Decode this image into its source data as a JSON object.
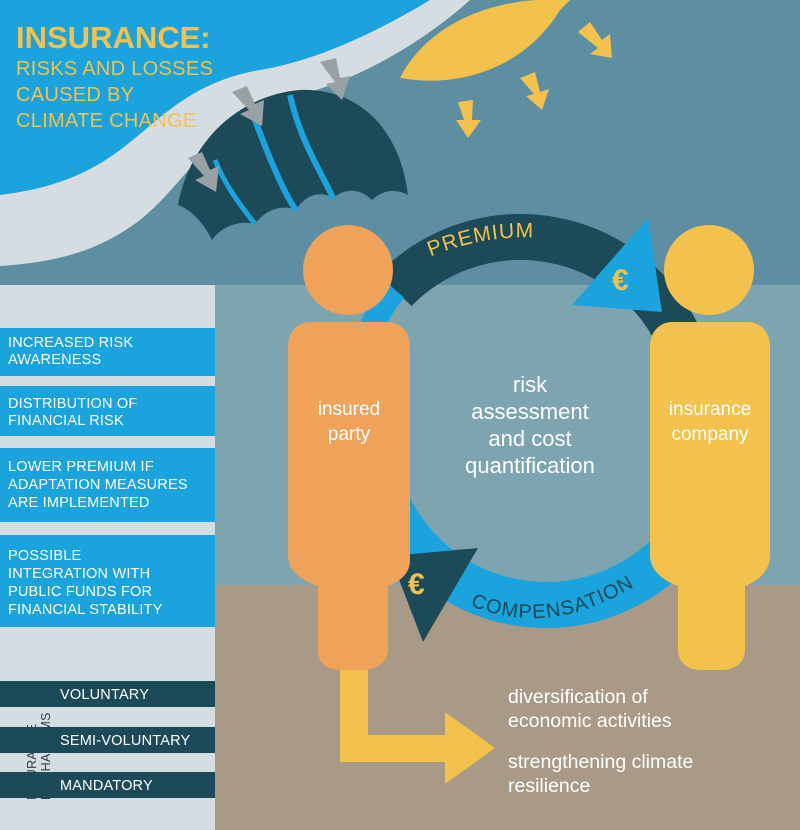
{
  "header": {
    "title": "INSURANCE:",
    "subtitle_lines": [
      "RISKS AND LOSSES",
      "CAUSED BY",
      "CLIMATE CHANGE"
    ]
  },
  "benefits": [
    {
      "lines": [
        "INCREASED RISK",
        "AWARENESS"
      ]
    },
    {
      "lines": [
        "DISTRIBUTION OF",
        "FINANCIAL RISK"
      ]
    },
    {
      "lines": [
        "LOWER PREMIUM IF",
        "ADAPTATION MEASURES",
        "ARE IMPLEMENTED"
      ]
    },
    {
      "lines": [
        "POSSIBLE",
        "INTEGRATION WITH",
        "PUBLIC FUNDS FOR",
        "FINANCIAL STABILITY"
      ]
    }
  ],
  "mechanisms": {
    "side_label_lines": [
      "INSURANCE",
      "MECHANISMS"
    ],
    "items": [
      "VOLUNTARY",
      "SEMI-VOLUNTARY",
      "MANDATORY"
    ]
  },
  "insured": {
    "lines": [
      "insured",
      "party"
    ]
  },
  "insurer": {
    "lines": [
      "insurance",
      "company"
    ]
  },
  "center": {
    "lines": [
      "risk",
      "assessment",
      "and cost",
      "quantification"
    ]
  },
  "cycle": {
    "premium_label": "PREMIUM",
    "compensation_label": "COMPENSATION",
    "currency_symbol": "€"
  },
  "outcomes": [
    {
      "lines": [
        "diversification of",
        "economic activities"
      ]
    },
    {
      "lines": [
        "strengthening climate",
        "resilience"
      ]
    }
  ],
  "colors": {
    "sky_blue": "#1aa3dc",
    "dark_teal": "#1d4a59",
    "orange": "#efa25a",
    "yellow": "#f2c24d",
    "ground": "#a89a87",
    "mid_blue": "#5e8ea1",
    "light_panel": "#d5dde2"
  }
}
